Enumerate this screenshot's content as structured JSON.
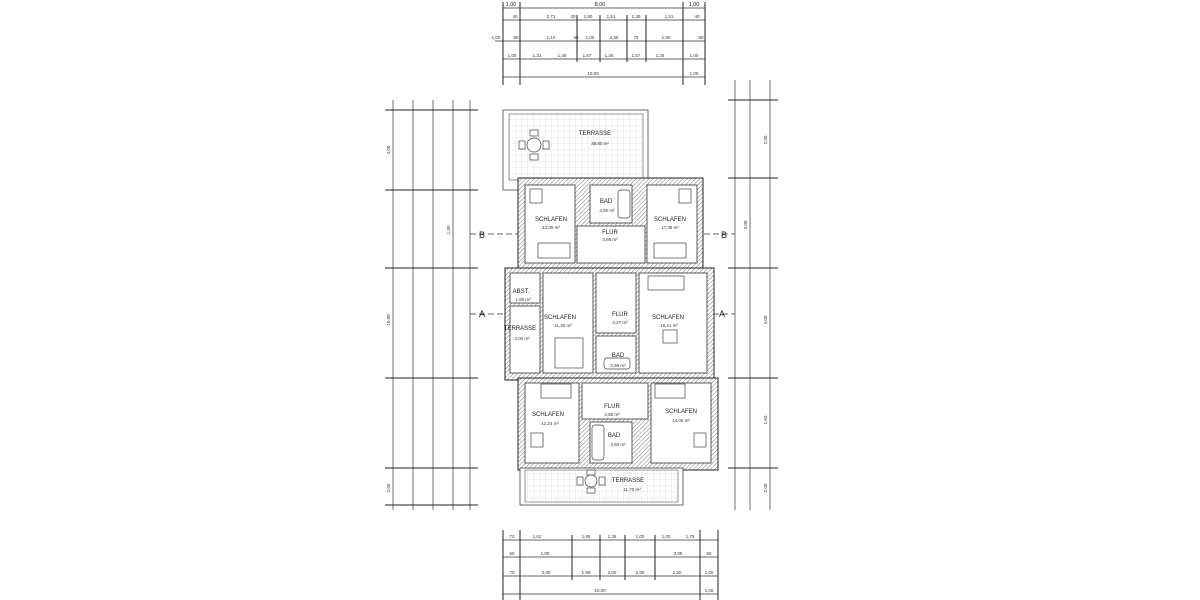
{
  "plan": {
    "rooms": {
      "top_terrace": {
        "name": "TERRASSE",
        "area": "38,80 m²"
      },
      "top_left": {
        "name": "SCHLAFEN",
        "area": "13,05 m²"
      },
      "top_bath": {
        "name": "BAD",
        "area": "4,50 m²"
      },
      "top_hall": {
        "name": "FLUR",
        "area": "3,86 m²"
      },
      "top_right": {
        "name": "SCHLAFEN",
        "area": "17,35 m²"
      },
      "mid_storage": {
        "name": "ABST.",
        "area": "1,85 m²"
      },
      "mid_terrace": {
        "name": "TERRASSE",
        "area": "3,00 m²"
      },
      "mid_left": {
        "name": "SCHLAFEN",
        "area": "11,30 m²"
      },
      "mid_hall": {
        "name": "FLUR",
        "area": "3,27 m²"
      },
      "mid_right": {
        "name": "SCHLAFEN",
        "area": "16,41 m²"
      },
      "mid_bath": {
        "name": "BAD",
        "area": "2,96 m²"
      },
      "bot_left": {
        "name": "SCHLAFEN",
        "area": "12,24 m²"
      },
      "bot_hall": {
        "name": "FLUR",
        "area": "3,56 m²"
      },
      "bot_bath": {
        "name": "BAD",
        "area": "4,50 m²"
      },
      "bot_right": {
        "name": "SCHLAFEN",
        "area": "14,06 m²"
      },
      "bot_terrace": {
        "name": "TERRASSE",
        "area": "11,70 m²"
      }
    },
    "section_markers": [
      "A",
      "A",
      "B",
      "B"
    ],
    "top_dimensions": {
      "row1": [
        "1,00",
        "8,00",
        "1,00"
      ],
      "row2": [
        "40",
        "2,71",
        "20",
        "1,80",
        "1,51",
        "1,30",
        "1,51",
        "40"
      ],
      "row3": [
        "1,00",
        "80",
        "1,10",
        "50",
        "1,00",
        "2,50",
        "75",
        "1,90",
        "80"
      ],
      "row4": [
        "1,00",
        "1,31",
        "1,26",
        "1,57",
        "1,26",
        "1,57",
        "1,26",
        "1,00"
      ],
      "row5": [
        "10,00",
        "1,00"
      ]
    },
    "bottom_dimensions": {
      "row1": [
        "70",
        "1,62",
        "1,95",
        "1,26",
        "1,00",
        "1,00",
        "1,75"
      ],
      "row2": [
        "60",
        "1,00",
        "3,05",
        "60"
      ],
      "row3": [
        "70",
        "3,30",
        "1,90",
        "2,00",
        "2,60",
        "2,50",
        "1,00"
      ],
      "row4": [
        "10,00",
        "1,00"
      ]
    },
    "left_dimensions": [
      "4,00",
      "1,50",
      "10,00",
      "2,50"
    ],
    "right_dimensions": [
      "2,00",
      "3,00",
      "4,00",
      "1,60",
      "2,00"
    ]
  }
}
